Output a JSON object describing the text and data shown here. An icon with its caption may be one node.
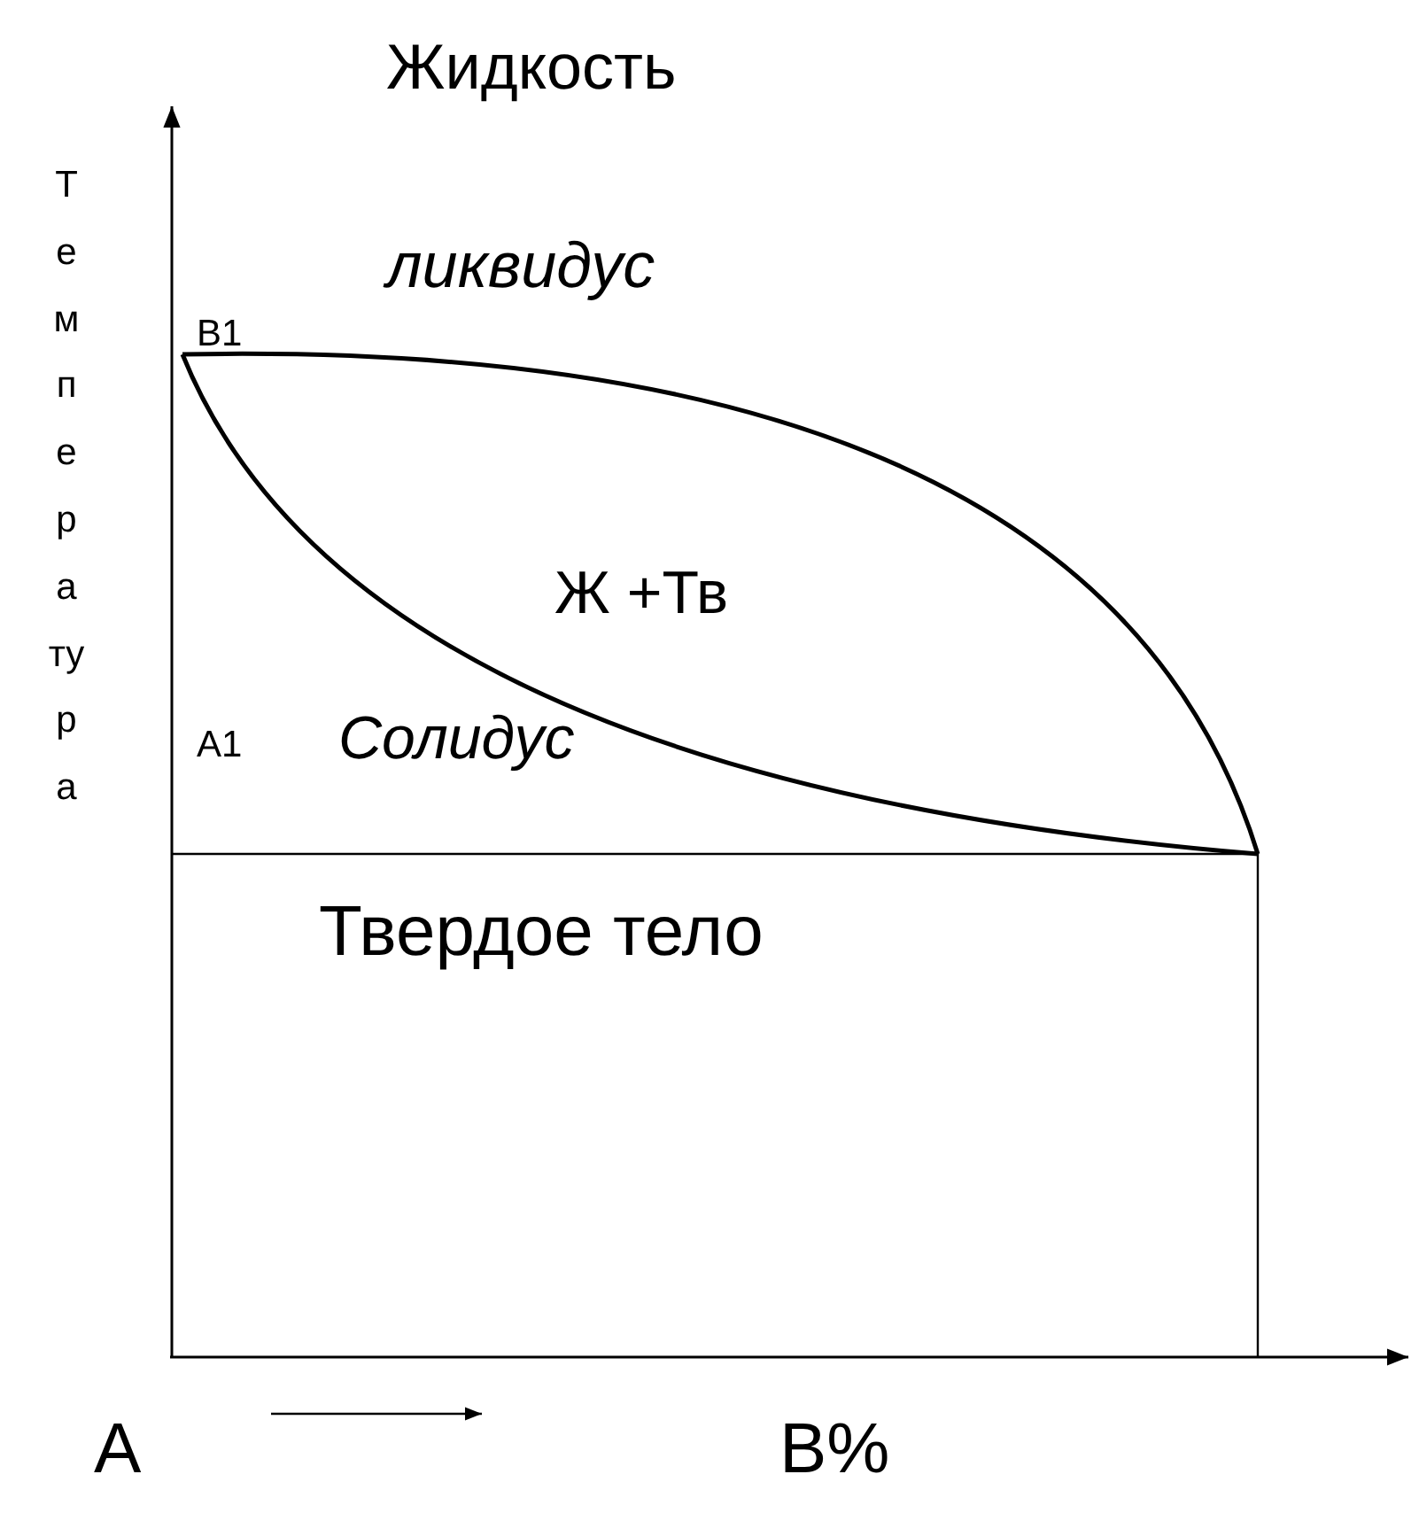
{
  "diagram": {
    "labels": [
      "Жидкость",
      "Температура",
      "ликвидус",
      "В1",
      "Ж +Тв",
      "А1",
      "Солидус",
      "Твердое тело",
      "А",
      "В%"
    ]
  }
}
